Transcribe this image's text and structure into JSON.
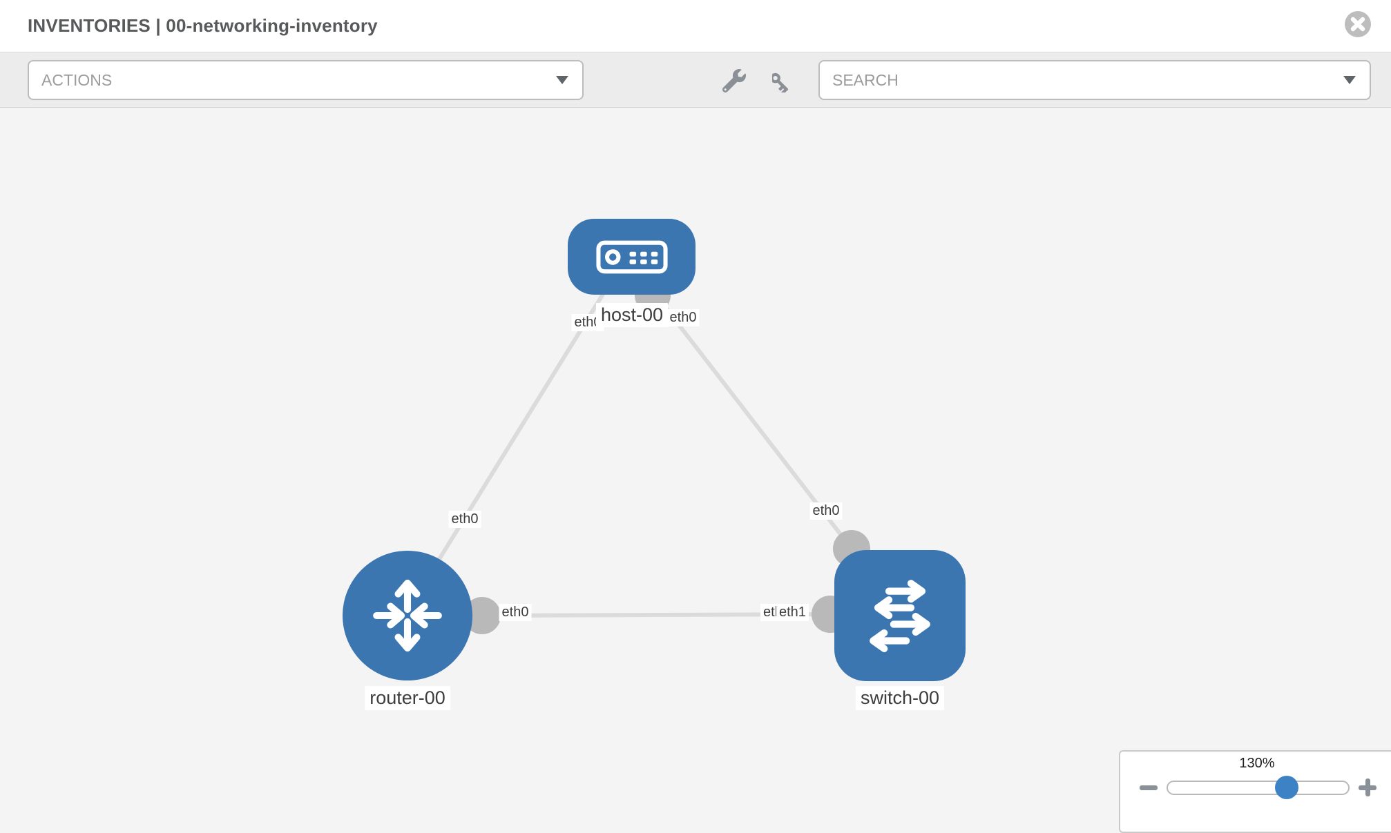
{
  "header": {
    "title": "INVENTORIES | 00-networking-inventory"
  },
  "toolbar": {
    "actions_label": "ACTIONS",
    "search_placeholder": "SEARCH",
    "icons": [
      "wrench-icon",
      "key-icon"
    ]
  },
  "colors": {
    "node_blue": "#3b76b1",
    "link_gray": "#dbdbdb",
    "port_gray": "#b9b9b9",
    "knob_blue": "#3d82c4",
    "canvas_bg": "#f4f4f5"
  },
  "topology": {
    "nodes": [
      {
        "id": "host-00",
        "type": "host",
        "label": "host-00"
      },
      {
        "id": "router-00",
        "type": "router",
        "label": "router-00"
      },
      {
        "id": "switch-00",
        "type": "switch",
        "label": "switch-00"
      }
    ],
    "links": [
      {
        "from": "host-00",
        "to": "router-00",
        "from_interface": "eth0",
        "to_interface": "eth0"
      },
      {
        "from": "host-00",
        "to": "switch-00",
        "from_interface": "eth0",
        "to_interface": "eth0"
      },
      {
        "from": "router-00",
        "to": "switch-00",
        "from_interface": "eth0",
        "to_interface": "eth1",
        "overlapped_label": "eth0"
      }
    ]
  },
  "zoom_control": {
    "value": "130%"
  }
}
